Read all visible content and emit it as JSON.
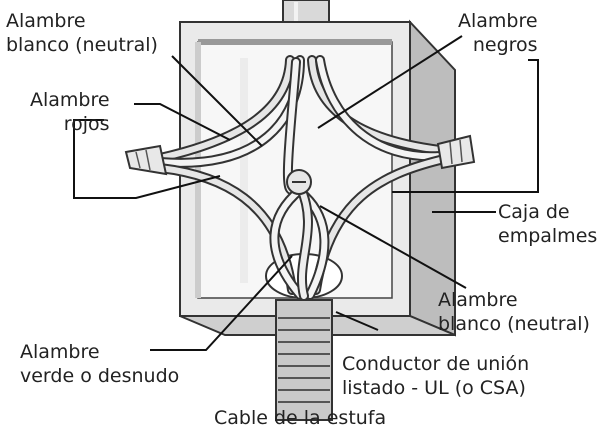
{
  "labels": {
    "white_neutral_top": [
      "Alambre",
      "blanco (neutral)"
    ],
    "black_wires": [
      "Alambre",
      "negros"
    ],
    "red_wires": [
      "Alambre",
      "rojos"
    ],
    "junction_box": [
      "Caja de",
      "empalmes"
    ],
    "white_neutral_bottom": [
      "Alambre",
      "blanco (neutral)"
    ],
    "ground_wire": [
      "Alambre",
      "verde o desnudo"
    ],
    "bonding_conductor": [
      "Conductor de unión",
      "listado - UL (o CSA)"
    ],
    "range_cable": "Cable de la estufa"
  }
}
